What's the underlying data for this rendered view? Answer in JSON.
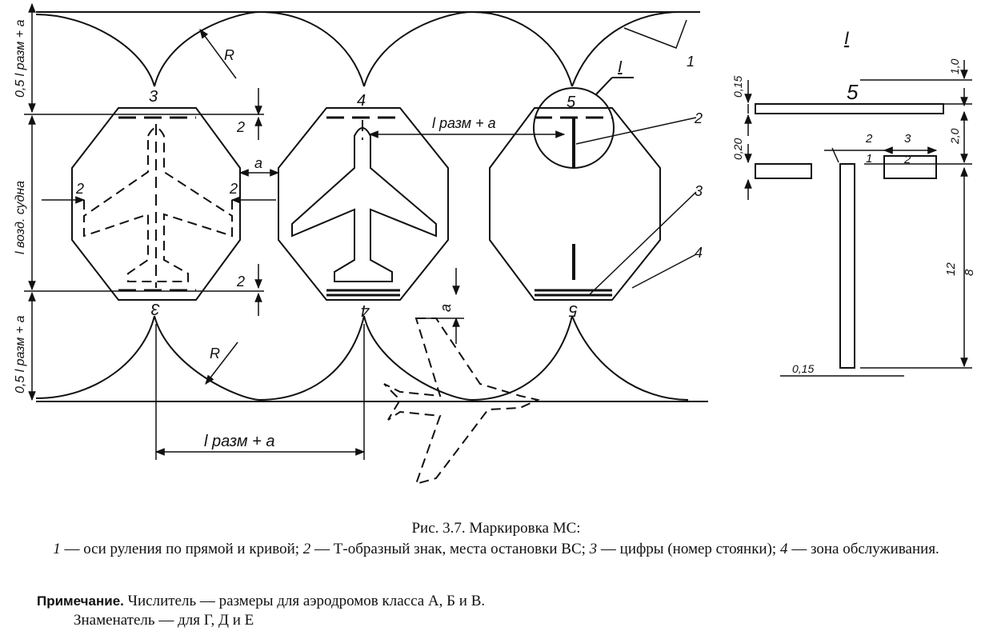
{
  "labels": {
    "stand_numbers": [
      "3",
      "4",
      "5"
    ],
    "callouts": [
      "1",
      "2",
      "3",
      "4"
    ],
    "detail": "I",
    "R": "R",
    "a": "a",
    "two": "2",
    "half_l_plus_a": "0,5 l разм + a",
    "l_plus_a": "l разм + a",
    "l_aircraft": "l возд. судна"
  },
  "detail_dims": {
    "d015_top": "0,15",
    "d020": "0,20",
    "d10": "1,0",
    "d20": "2,0",
    "fr_2_1": "2",
    "fr_2_2": "1",
    "fr_3_1": "3",
    "fr_3_2": "2",
    "fr_12_1": "12",
    "fr_12_2": "8",
    "d015_bottom": "0,15",
    "label_5": "5"
  },
  "caption": {
    "title": "Рис. 3.7. Маркировка МС:",
    "n1": "1",
    "t1": " — оси руления по прямой и кривой; ",
    "n2": "2",
    "t2": " — Т-образный знак, места остановки ВС; ",
    "n3": "3",
    "t3": " — цифры (номер стоянки); ",
    "n4": "4",
    "t4": " — зона обслуживания."
  },
  "note": {
    "label": "Примечание.",
    "line1": " Числитель — размеры для аэродромов класса А, Б и В.",
    "line2": "Знаменатель — для Г, Д и Е"
  },
  "colors": {
    "ink": "#111111",
    "paper": "#ffffff"
  }
}
